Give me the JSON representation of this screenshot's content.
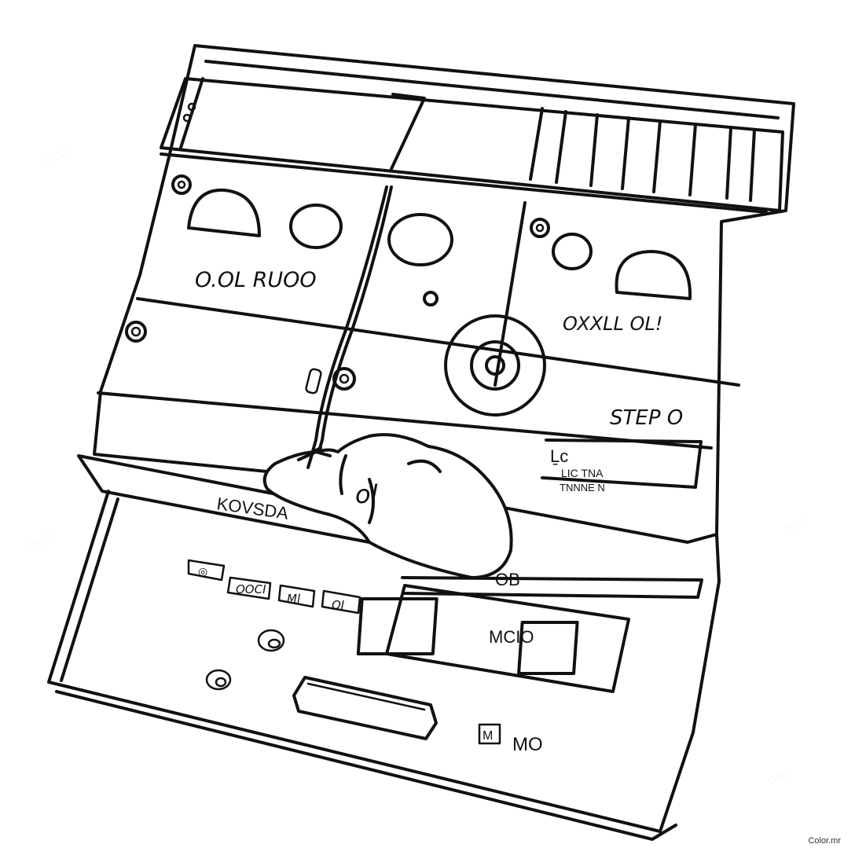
{
  "panel": {
    "label_left": "O.OL RUOO",
    "label_right": "OXXLL OL!",
    "label_step": "STEP O",
    "label_lc_top": "Ḻc",
    "label_lc_mid": "LIC TNA",
    "label_lc_bottom": "TNNNE N",
    "label_kv": "KOVSDA",
    "label_hand": "ol"
  },
  "console": {
    "key_1": "◎",
    "key_2": "OOCI",
    "key_3": "Ml",
    "key_4": "OI",
    "display_title": "OB",
    "display_center": "MCIO",
    "toggle_box": "M",
    "toggle_label": "MO"
  },
  "watermark": "Color.mr",
  "colors": {
    "ink": "#111111",
    "paper": "#ffffff"
  }
}
